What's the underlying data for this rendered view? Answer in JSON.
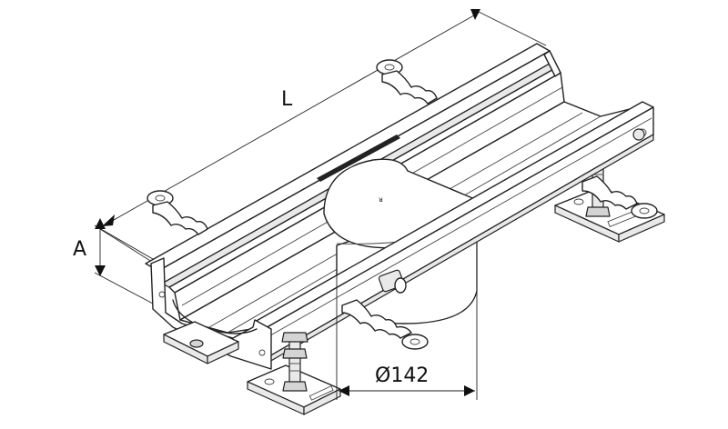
{
  "labels": {
    "length": "L",
    "height": "A",
    "diameter": "Ø142"
  }
}
